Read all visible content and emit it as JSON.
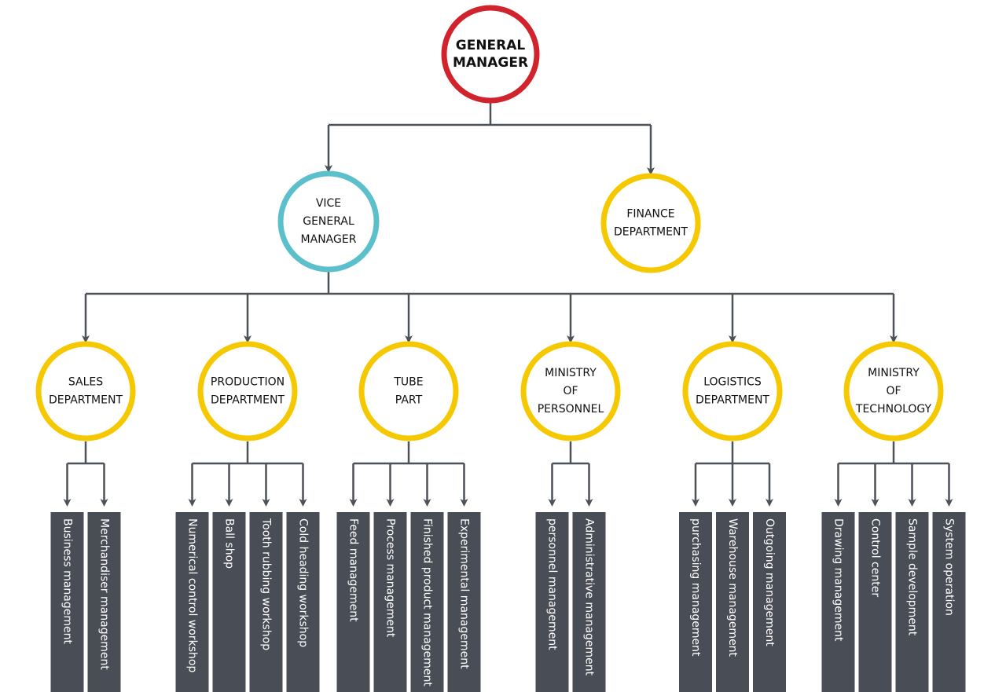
{
  "colors": {
    "top": "#d1232c",
    "vice": "#5bbfcc",
    "department": "#f5c800",
    "connector": "#4d5158",
    "leaf_fill": "#494d55",
    "leaf_text": "#ffffff"
  },
  "general_manager": {
    "lines": [
      "GENERAL",
      "MANAGER"
    ]
  },
  "vice_general_manager": {
    "lines": [
      "VICE",
      "GENERAL",
      "MANAGER"
    ]
  },
  "finance_department": {
    "lines": [
      "FINANCE",
      "DEPARTMENT"
    ]
  },
  "departments": [
    {
      "lines": [
        "SALES",
        "DEPARTMENT"
      ],
      "units": [
        "Business management",
        "Merchandiser management"
      ]
    },
    {
      "lines": [
        "PRODUCTION",
        "DEPARTMENT"
      ],
      "units": [
        "Numerical control workshop",
        "Ball shop",
        "Tooth rubbing workshop",
        "Cold heading workshop"
      ]
    },
    {
      "lines": [
        "TUBE",
        "PART"
      ],
      "units": [
        "Feed management",
        "Process management",
        "Finished product management",
        "Experimental management"
      ]
    },
    {
      "lines": [
        "MINISTRY",
        "OF",
        "PERSONNEL"
      ],
      "units": [
        "personnel management",
        "Administrative management"
      ]
    },
    {
      "lines": [
        "LOGISTICS",
        "DEPARTMENT"
      ],
      "units": [
        "purchasing management",
        "Warehouse management",
        "Outgoing management"
      ]
    },
    {
      "lines": [
        "MINISTRY",
        "OF",
        "TECHNOLOGY"
      ],
      "units": [
        "Drawing management",
        "Control center",
        "Sample development",
        "System operation"
      ]
    }
  ]
}
